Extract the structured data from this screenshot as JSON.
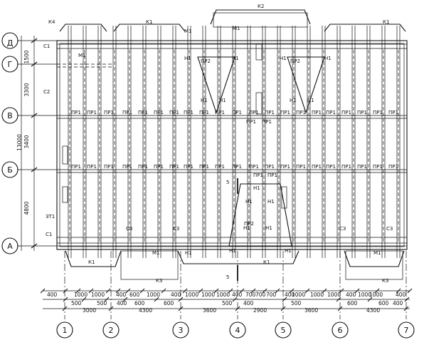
{
  "axes": {
    "columns": [
      "1",
      "2",
      "3",
      "4",
      "5",
      "6",
      "7"
    ],
    "rows": [
      "Д",
      "Г",
      "В",
      "Б",
      "А"
    ]
  },
  "left_dims": {
    "segments": [
      "1500",
      "3300",
      "3400",
      "4800"
    ],
    "total": "13000"
  },
  "bottom_dims": {
    "row1": [
      "400",
      "1000",
      "1000",
      "400",
      "600",
      "1000",
      "400",
      "1000",
      "1000",
      "1000",
      "400",
      "700",
      "700",
      "700",
      "400",
      "1000",
      "1000",
      "1000",
      "400",
      "1000",
      "1000",
      "400"
    ],
    "row2": [
      "500",
      "500",
      "400",
      "600",
      "600",
      "500",
      "400",
      "500",
      "600",
      "600",
      "400"
    ],
    "row3": [
      "3000",
      "4300",
      "3600",
      "2900",
      "3600",
      "4300"
    ]
  },
  "labels": {
    "top_marks": [
      "К4",
      "К1",
      "К2",
      "К1"
    ],
    "bottom_marks": [
      "К1",
      "К1",
      "К3",
      "К3"
    ],
    "lintel_mark": "ПР1",
    "lintel_mark_2": "ПР2",
    "beam_mark": "Н1",
    "ring_mark": "М1",
    "edge_marks": [
      "С1",
      "С2",
      "С1",
      "ЗТ1"
    ],
    "column_marks": [
      "С3",
      "С3",
      "С3",
      "С3"
    ],
    "section_mark": "5"
  }
}
